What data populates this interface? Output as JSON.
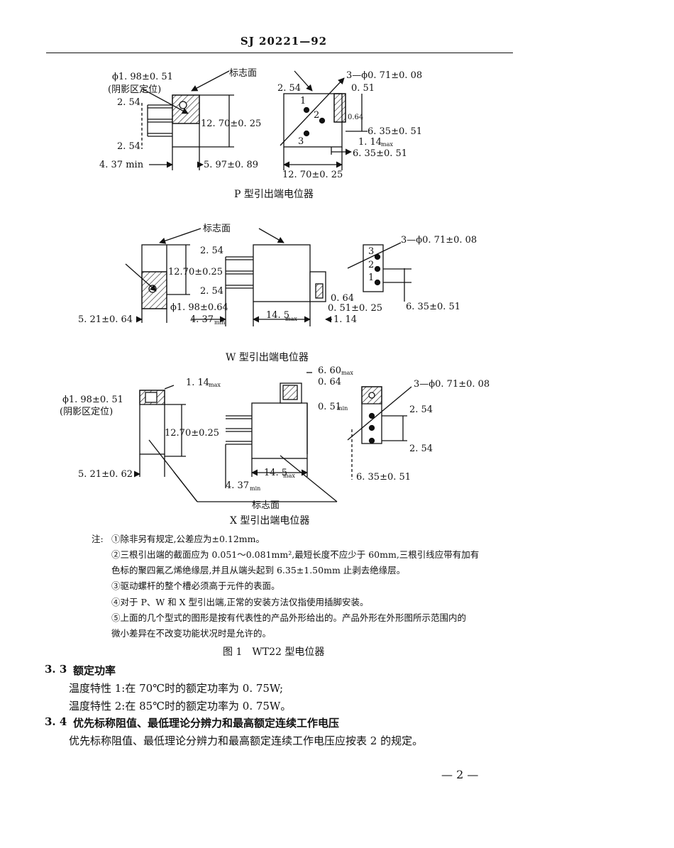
{
  "header": {
    "doc_no": "SJ 20221—92"
  },
  "figure": {
    "p_type": {
      "title": "P 型引出端电位器",
      "phi_label": "ϕ1. 98±0. 51",
      "phi_note": "(阴影区定位)",
      "mark_face": "标志面",
      "dim_254_top": "2. 54",
      "dim_254_bot": "2. 54",
      "dim_1270": "12. 70±0. 25",
      "dim_437": "4. 37 min",
      "dim_597": "5. 97±0. 89",
      "holes": "3—ϕ0. 71±0. 08",
      "dim_254_r": "2. 54",
      "dim_051": "0. 51",
      "dim_064": "0.64",
      "dim_635a": "6. 35±0. 51",
      "dim_114": "1. 14",
      "max_sub": "max",
      "dim_635b": "6. 35±0. 51",
      "dim_1270b": "12. 70±0. 25",
      "pin1": "1",
      "pin2": "2",
      "pin3": "3"
    },
    "w_type": {
      "title": "W 型引出端电位器",
      "mark_face": "标志面",
      "dim_254_top": "2. 54",
      "dim_254_bot": "2. 54",
      "dim_1270": "12.70±0.25",
      "phi_label": "ϕ1. 98±0.64",
      "dim_521": "5. 21±0. 64",
      "dim_437": "4. 37",
      "min_sub": "min",
      "dim_145": "14. 5",
      "max_sub": "max",
      "dim_064": "0. 64",
      "dim_051": "0. 51±0. 25",
      "dim_114": "1. 14",
      "holes": "3—ϕ0. 71±0. 08",
      "dim_635": "6. 35±0. 51",
      "pin1": "1",
      "pin2": "2",
      "pin3": "3"
    },
    "x_type": {
      "title": "X 型引出端电位器",
      "phi_label": "ϕ1. 98±0. 51",
      "phi_note": "(阴影区定位)",
      "dim_114": "1. 14",
      "max_sub": "max",
      "dim_1270": "12.70±0.25",
      "dim_521": "5. 21±0. 62",
      "dim_660": "6. 60",
      "dim_064": "0. 64",
      "dim_051": "0. 51",
      "min_sub": "min",
      "dim_145": "14. 5",
      "dim_437": "4. 37",
      "mark_face": "标志面",
      "holes": "3—ϕ0. 71±0. 08",
      "dim_254_top": "2. 54",
      "dim_254_bot": "2. 54",
      "dim_635": "6. 35±0. 51"
    }
  },
  "notes": {
    "marker": "注:",
    "items": [
      "①除非另有规定,公差应为±0.12mm。",
      "②三根引出端的截面应为 0.051～0.081mm²,最短长度不应少于 60mm,三根引线应带有加有",
      "色标的聚四氟乙烯绝缘层,并且从端头起到 6.35±1.50mm 止剥去绝缘层。",
      "③驱动螺杆的整个槽必须高于元件的表面。",
      "④对于 P、W 和 X 型引出端,正常的安装方法仅指使用插脚安装。",
      "⑤上面的几个型式的图形是按有代表性的产品外形给出的。产品外形在外形图所示范围内的",
      "微小差异在不改变功能状况时是允许的。"
    ]
  },
  "figure_caption": "图 1　WT22 型电位器",
  "sections": [
    {
      "number": "3. 3",
      "title": "额定功率",
      "lines": [
        "温度特性 1:在 70℃时的额定功率为 0. 75W;",
        "温度特性 2:在 85℃时的额定功率为 0. 75W。"
      ]
    },
    {
      "number": "3. 4",
      "title": "优先标称阻值、最低理论分辨力和最高额定连续工作电压",
      "lines": [
        "优先标称阻值、最低理论分辨力和最高额定连续工作电压应按表 2 的规定。"
      ]
    }
  ],
  "page_number": "— 2 —"
}
